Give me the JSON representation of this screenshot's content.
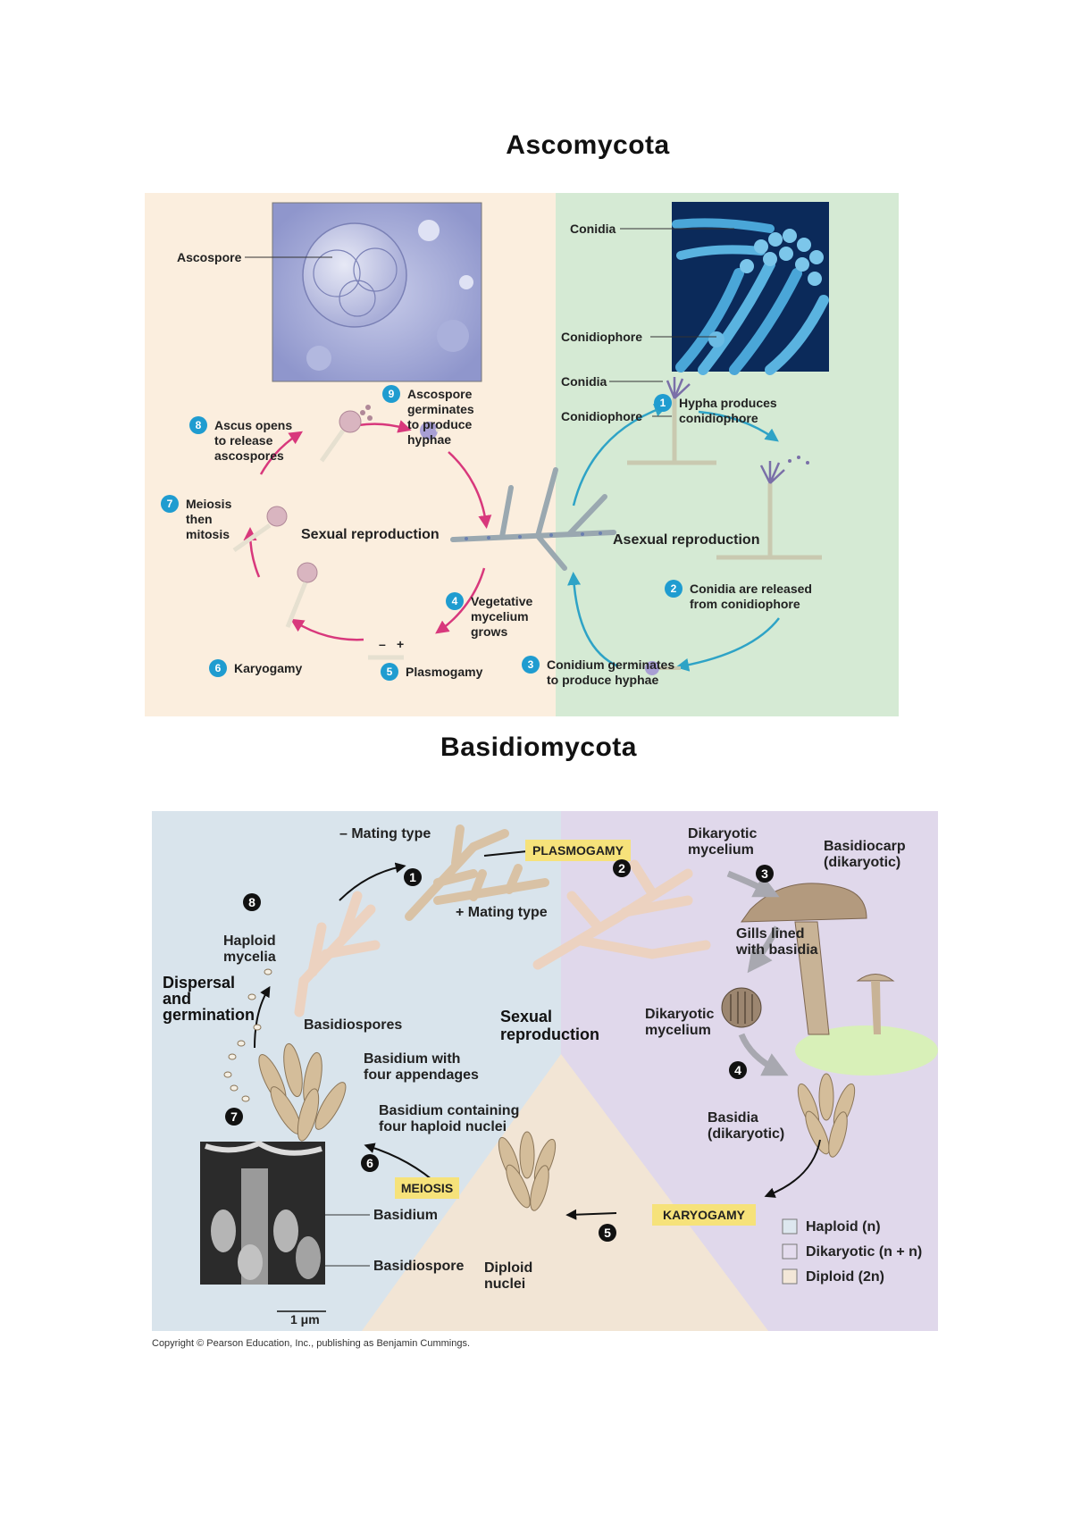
{
  "ascomycota": {
    "title": "Ascomycota",
    "micrograph_labels": {
      "ascospore": "Ascospore",
      "conidia_top": "Conidia",
      "conidiophore_top": "Conidiophore"
    },
    "cycle_labels": {
      "conidia": "Conidia",
      "conidiophore": "Conidiophore",
      "sexual_reproduction": "Sexual reproduction",
      "asexual_reproduction": "Asexual reproduction",
      "minus_sign": "–",
      "plus_sign": "+"
    },
    "steps": [
      {
        "num": "1",
        "lines": [
          "Hypha produces",
          "conidiophore"
        ]
      },
      {
        "num": "2",
        "lines": [
          "Conidia are released",
          "from conidiophore"
        ]
      },
      {
        "num": "3",
        "lines": [
          "Conidium germinates",
          "to produce hyphae"
        ]
      },
      {
        "num": "4",
        "lines": [
          "Vegetative",
          "mycelium",
          "grows"
        ]
      },
      {
        "num": "5",
        "lines": [
          "Plasmogamy"
        ]
      },
      {
        "num": "6",
        "lines": [
          "Karyogamy"
        ]
      },
      {
        "num": "7",
        "lines": [
          "Meiosis",
          "then",
          "mitosis"
        ]
      },
      {
        "num": "8",
        "lines": [
          "Ascus opens",
          "to release",
          "ascospores"
        ]
      },
      {
        "num": "9",
        "lines": [
          "Ascospore",
          "germinates",
          "to produce",
          "hyphae"
        ]
      }
    ],
    "colors": {
      "sexual_bg": "#fbeede",
      "asexual_bg": "#d5ead4",
      "sexual_arrow": "#d8387c",
      "asexual_arrow": "#2ea3c6",
      "step_badge": "#1f9cd0"
    }
  },
  "basidiomycota": {
    "title": "Basidiomycota",
    "labels": {
      "minus_mating": "– Mating type",
      "plus_mating": "+ Mating type",
      "plasmogamy": "PLASMOGAMY",
      "dikaryotic_mycelium_top": [
        "Dikaryotic",
        "mycelium"
      ],
      "basidiocarp": [
        "Basidiocarp",
        "(dikaryotic)"
      ],
      "gills": [
        "Gills lined",
        "with basidia"
      ],
      "haploid_mycelia": [
        "Haploid",
        "mycelia"
      ],
      "dispersal": [
        "Dispersal",
        "and",
        "germination"
      ],
      "basidiospores": "Basidiospores",
      "sexual_reproduction": [
        "Sexual",
        "reproduction"
      ],
      "dikaryotic_mycelium_mid": [
        "Dikaryotic",
        "mycelium"
      ],
      "basidium_appendages": [
        "Basidium with",
        "four appendages"
      ],
      "basidium_nuclei": [
        "Basidium containing",
        "four haploid nuclei"
      ],
      "basidia_dikaryotic": [
        "Basidia",
        "(dikaryotic)"
      ],
      "meiosis": "MEIOSIS",
      "karyogamy": "KARYOGAMY",
      "basidium": "Basidium",
      "basidiospore": "Basidiospore",
      "diploid_nuclei": [
        "Diploid",
        "nuclei"
      ],
      "scale": "1 μm"
    },
    "step_numbers": [
      "1",
      "2",
      "3",
      "4",
      "5",
      "6",
      "7",
      "8"
    ],
    "legend": [
      {
        "label": "Haploid (n)",
        "color": "#dde7ef"
      },
      {
        "label": "Dikaryotic (n + n)",
        "color": "#e4dcee"
      },
      {
        "label": "Diploid (2n)",
        "color": "#f3e7d8"
      }
    ],
    "colors": {
      "haploid_bg": "#d9e4ec",
      "dikaryotic_bg": "#e0d8eb",
      "diploid_bg": "#f2e5d5",
      "tag_bg": "#f6e27a"
    }
  },
  "copyright": "Copyright © Pearson Education, Inc., publishing as Benjamin Cummings."
}
